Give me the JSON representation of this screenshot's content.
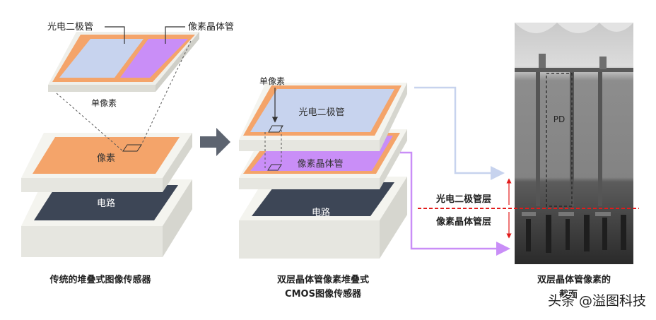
{
  "left": {
    "labels": {
      "photodiode": "光电二极管",
      "pixel_transistor": "像素晶体管",
      "single_pixel": "单像素",
      "pixel_layer": "像素",
      "circuit_layer": "电路"
    },
    "caption": "传统的堆叠式图像传感器"
  },
  "middle": {
    "labels": {
      "single_pixel": "单像素",
      "photodiode_layer": "光电二极管",
      "transistor_layer": "像素晶体管",
      "circuit_layer": "电路"
    },
    "caption_line1": "双层晶体管像素堆叠式",
    "caption_line2": "CMOS图像传感器"
  },
  "right": {
    "pd_label": "PD",
    "photodiode_layer_label": "光电二极管层",
    "transistor_layer_label": "像素晶体管层",
    "caption_line1": "双层晶体管像素的",
    "caption_line2_partial": "截面"
  },
  "watermark": "头条 @溢图科技",
  "colors": {
    "orange": "#f4a46a",
    "blue": "#c7d3ee",
    "purple": "#c98ef7",
    "slate": "#3d4656",
    "base_top": "#f4f4ef",
    "base_side": "#dcdcd5",
    "red_dash": "#e21b1b"
  }
}
